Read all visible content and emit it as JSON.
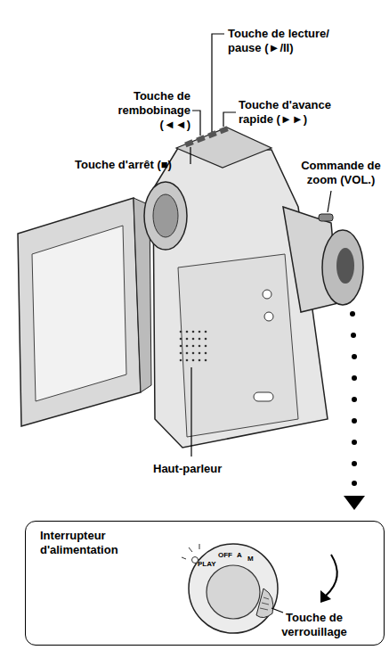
{
  "diagram": {
    "nodes": [
      {
        "text": [
          "Interrupteur d'alimentation",
          "Touche de verrouillage"
        ]
      }
    ],
    "labels": [
      "Touche de lecture/ pause (►/II)",
      "Touche de rembobinage (◄◄)",
      "Touche d'avance rapide (►►)",
      "Touche d'arrêt (■)",
      "Commande de zoom (VOL.)",
      "Haut-parleur",
      "PLAY",
      "OFF",
      "A",
      "M"
    ]
  }
}
